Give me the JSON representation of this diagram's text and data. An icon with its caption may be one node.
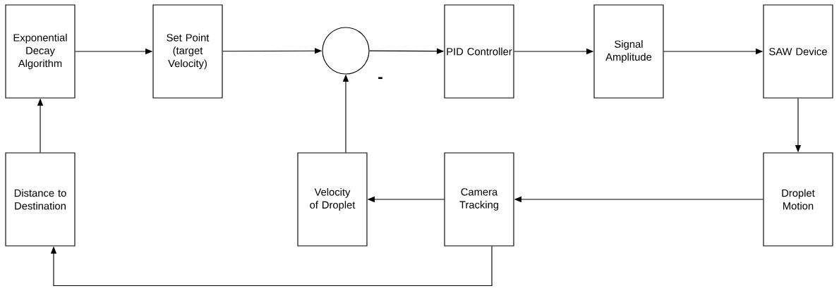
{
  "diagram": {
    "nodes": [
      {
        "text": [
          "Exponential Decay Algorithm"
        ]
      },
      {
        "text": [
          "Set Point (target Velocity)"
        ]
      },
      {
        "text": [],
        "shape": "circle"
      },
      {
        "text": [
          "PID Controller"
        ]
      },
      {
        "text": [
          "Signal Amplitude"
        ]
      },
      {
        "text": [
          "SAW Device"
        ]
      },
      {
        "text": [
          "Distance to Destination"
        ]
      },
      {
        "text": [
          "Velocity of Droplet"
        ]
      },
      {
        "text": [
          "Camera Tracking"
        ]
      },
      {
        "text": [
          "Droplet Motion"
        ]
      }
    ],
    "edges": [
      {
        "from": 0,
        "to": 1,
        "arrow": "to"
      },
      {
        "from": 1,
        "to": 2,
        "arrow": "to"
      },
      {
        "from": 2,
        "to": 3,
        "arrow": "to"
      },
      {
        "from": 3,
        "to": 4,
        "arrow": "to"
      },
      {
        "from": 4,
        "to": 5,
        "arrow": "to"
      },
      {
        "from": 5,
        "to": 9,
        "arrow": "to"
      },
      {
        "from": 7,
        "to": 2,
        "arrow": "to"
      },
      {
        "from": 9,
        "to": 8,
        "arrow": "to"
      },
      {
        "from": 8,
        "to": 7,
        "arrow": "to"
      },
      {
        "from": 6,
        "to": 0,
        "arrow": "to"
      },
      {
        "from": 8,
        "to": 6,
        "arrow": "to"
      }
    ],
    "labels": [
      "-"
    ]
  }
}
